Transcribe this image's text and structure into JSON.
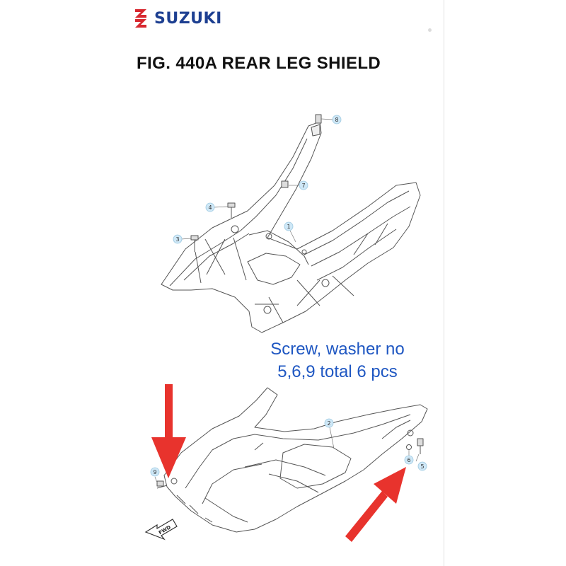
{
  "brand": {
    "name": "SUZUKI",
    "color": "#1d3f91",
    "logo_color": "#d7282f"
  },
  "figure": {
    "title": "FIG. 440A REAR LEG SHIELD"
  },
  "callouts": [
    {
      "id": "callout-1",
      "label": "1"
    },
    {
      "id": "callout-2",
      "label": "2"
    },
    {
      "id": "callout-3",
      "label": "3"
    },
    {
      "id": "callout-4",
      "label": "4"
    },
    {
      "id": "callout-5",
      "label": "5"
    },
    {
      "id": "callout-6",
      "label": "6"
    },
    {
      "id": "callout-7",
      "label": "7"
    },
    {
      "id": "callout-8",
      "label": "8"
    },
    {
      "id": "callout-9",
      "label": "9"
    }
  ],
  "note": {
    "line1": "Screw, washer no",
    "line2": "5,6,9 total 6 pcs",
    "color": "#1f57c2"
  },
  "fwd_label": "FWD",
  "arrow_color": "#e8332d",
  "icons": [
    "suzuki-s-logo-icon",
    "red-arrow-icon",
    "fwd-arrow-icon"
  ]
}
